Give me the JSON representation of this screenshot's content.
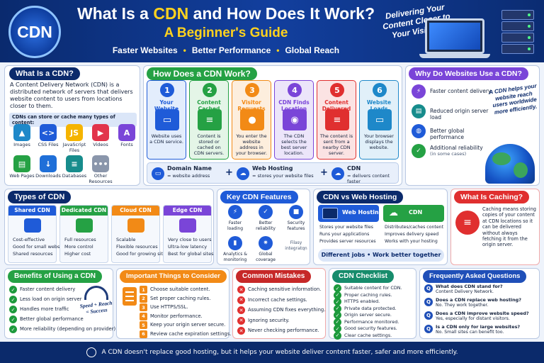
{
  "header": {
    "logo_text": "CDN",
    "title_pre": "What Is a ",
    "title_cdn": "CDN",
    "title_post": " and How Does It Work?",
    "subtitle": "A Beginner's Guide",
    "tags": [
      "Faster Websites",
      "Better Performance",
      "Global Reach"
    ],
    "slogan": "Delivering Your Content Closer to Your Visitors!"
  },
  "what": {
    "title": "What Is a CDN?",
    "description": "A Content Delivery Network (CDN) is a distributed network of servers that delivers website content to users from locations closer to them.",
    "store_title": "CDNs can store or cache many types of content:",
    "items": [
      {
        "label": "Images",
        "icon": "images-icon",
        "color": "#1e88c9",
        "glyph": "▲"
      },
      {
        "label": "CSS Files",
        "icon": "css-icon",
        "color": "#1f5bd8",
        "glyph": "<>"
      },
      {
        "label": "JavaScript Files",
        "icon": "javascript-icon",
        "color": "#f5b400",
        "glyph": "JS"
      },
      {
        "label": "Videos",
        "icon": "video-icon",
        "color": "#e2344b",
        "glyph": "▶"
      },
      {
        "label": "Fonts",
        "icon": "fonts-icon",
        "color": "#7a45d8",
        "glyph": "A"
      },
      {
        "label": "Web Pages",
        "icon": "webpage-icon",
        "color": "#25a144",
        "glyph": "▤"
      },
      {
        "label": "Downloads",
        "icon": "download-icon",
        "color": "#1f6fd8",
        "glyph": "↓"
      },
      {
        "label": "Databases",
        "icon": "database-icon",
        "color": "#178c8c",
        "glyph": "≡"
      },
      {
        "label": "Other Resources",
        "icon": "more-icon",
        "color": "#8a96ab",
        "glyph": "•••"
      }
    ]
  },
  "how": {
    "title": "How Does a CDN Work?",
    "steps": [
      {
        "num": "1",
        "title": "Your Website",
        "desc": "Website uses a CDN service.",
        "color": "#1f5bd8",
        "bg": "#e3edfc",
        "icon": "website-icon",
        "glyph": "▭"
      },
      {
        "num": "2",
        "title": "Content Cached",
        "desc": "Content is stored or cached on CDN servers.",
        "color": "#25a144",
        "bg": "#e4f5e7",
        "icon": "server-stack-icon",
        "glyph": "≡"
      },
      {
        "num": "3",
        "title": "Visitor Requests",
        "desc": "You enter the website address in your browser.",
        "color": "#f28a16",
        "bg": "#fdeedd",
        "icon": "visitor-icon",
        "glyph": "●"
      },
      {
        "num": "4",
        "title": "CDN Finds Location",
        "desc": "The CDN selects the best server location.",
        "color": "#7a45d8",
        "bg": "#ece5fa",
        "icon": "location-icon",
        "glyph": "◉"
      },
      {
        "num": "5",
        "title": "Content Delivered",
        "desc": "The content is sent from a nearby CDN server.",
        "color": "#e02f2f",
        "bg": "#fbe3e3",
        "icon": "delivery-icon",
        "glyph": "≡"
      },
      {
        "num": "6",
        "title": "Website Loads",
        "desc": "Your browser displays the website.",
        "color": "#1e88c9",
        "bg": "#e1f0f9",
        "icon": "browser-icon",
        "glyph": "▭"
      }
    ],
    "terms": [
      {
        "name": "Domain Name",
        "desc": "= website address",
        "icon": "domain-icon"
      },
      {
        "name": "Web Hosting",
        "desc": "= stores your website files",
        "icon": "hosting-cloud-icon"
      },
      {
        "name": "CDN",
        "desc": "= delivers content faster",
        "icon": "cdn-cloud-icon"
      }
    ],
    "plus": "+"
  },
  "why": {
    "title": "Why Do Websites Use a CDN?",
    "items": [
      {
        "text": "Faster content delivery",
        "sub": "",
        "color": "#7a45d8",
        "icon": "lightning-icon",
        "glyph": "⚡"
      },
      {
        "text": "Reduced origin server load",
        "sub": "",
        "color": "#178c8c",
        "icon": "server-load-icon",
        "glyph": "▤"
      },
      {
        "text": "Better global performance",
        "sub": "",
        "color": "#1f5bd8",
        "icon": "globe-icon",
        "glyph": "◍"
      },
      {
        "text": "Additional reliability",
        "sub": "(in some cases)",
        "color": "#25a144",
        "icon": "shield-icon",
        "glyph": "✓"
      }
    ],
    "note": "A CDN helps your website reach users worldwide more efficiently."
  },
  "types": {
    "title": "Types of CDN",
    "items": [
      {
        "name": "Shared CDN",
        "color": "#1f5bd8",
        "bullets": [
          "Cost-effective",
          "Good for small websites",
          "Shared resources"
        ],
        "icon": "shared-server-icon"
      },
      {
        "name": "Dedicated CDN",
        "color": "#25a144",
        "bullets": [
          "Full resources",
          "More control",
          "Higher cost"
        ],
        "icon": "dedicated-server-icon"
      },
      {
        "name": "Cloud CDN",
        "color": "#f28a16",
        "bullets": [
          "Scalable",
          "Flexible resources",
          "Good for growing sites"
        ],
        "icon": "cloud-icon"
      },
      {
        "name": "Edge CDN",
        "color": "#7a45d8",
        "bullets": [
          "Very close to users",
          "Ultra-low latency",
          "Best for global sites"
        ],
        "icon": "edge-network-icon"
      }
    ]
  },
  "features": {
    "title": "Key CDN Features",
    "items": [
      {
        "label": "Faster loading",
        "icon": "speed-icon",
        "glyph": "⚡"
      },
      {
        "label": "Better reliability",
        "icon": "reliability-icon",
        "glyph": "✓"
      },
      {
        "label": "Security features",
        "icon": "lock-icon",
        "glyph": "■"
      },
      {
        "label": "Analytics & monitoring",
        "icon": "analytics-icon",
        "glyph": "▮"
      },
      {
        "label": "Global coverage",
        "icon": "global-gear-icon",
        "glyph": "✷"
      },
      {
        "label": "Filasy integratqn",
        "icon": "",
        "glyph": ""
      }
    ]
  },
  "vs": {
    "title": "CDN vs Web Hosting",
    "hosting_title": "Web Hosting",
    "hosting_items": [
      "Stores your website files",
      "Runs your applications",
      "Provides server resources"
    ],
    "cdn_title": "CDN",
    "cdn_items": [
      "Distributes/caches content",
      "Improves delivery speed",
      "Works with your hosting"
    ],
    "summary": "Different jobs  •  Work better together"
  },
  "caching": {
    "title": "What Is Caching?",
    "text": "Caching means storing copies of your content at CDN locations so it can be delivered without always fetching it from the origin server."
  },
  "benefits": {
    "title": "Benefits of Using a CDN",
    "items": [
      "Faster content delivery",
      "Less load on origin server",
      "Handles more traffic",
      "Better global performance",
      "More reliability (depending on provider)"
    ],
    "gauge_text": "Speed + Reach = Success"
  },
  "consider": {
    "title": "Important Things to Consider",
    "items": [
      "Choose suitable content.",
      "Set proper caching rules.",
      "Use HTTPS/SSL.",
      "Monitor performance.",
      "Keep your origin server secure.",
      "Review cache expiration settings."
    ]
  },
  "mistakes": {
    "title": "Common Mistakes",
    "items": [
      "Caching sensitive information.",
      "Incorrect cache settings.",
      "Assuming CDN fixes everything.",
      "Ignoring security.",
      "Never checking performance."
    ]
  },
  "checklist": {
    "title": "CDN Checklist",
    "items": [
      "Suitable content for CDN.",
      "Proper caching rules.",
      "HTTPS enabled.",
      "Private data protected.",
      "Origin server secure.",
      "Performance monitored.",
      "Good security features.",
      "Clear cache settings."
    ]
  },
  "faq": {
    "title": "Frequently Asked Questions",
    "items": [
      {
        "q": "What does CDN stand for?",
        "a": "Content Delivery Network."
      },
      {
        "q": "Does a CDN replace web hosting?",
        "a": "No. They work together."
      },
      {
        "q": "Does a CDN improve website speed?",
        "a": "Yes, especially for distant visitors."
      },
      {
        "q": "Is a CDN only for large websites?",
        "a": "No. Small sites can benefit too."
      }
    ]
  },
  "footer": {
    "text": "A CDN doesn't replace good hosting, but it helps your website deliver content faster, safer and more efficiently."
  },
  "colors": {
    "navy": "#0b2a6b",
    "blue": "#1f5bd8",
    "green": "#25a144",
    "orange": "#f28a16",
    "purple": "#7a45d8",
    "red": "#e02f2f",
    "yellow": "#ffd21e"
  }
}
